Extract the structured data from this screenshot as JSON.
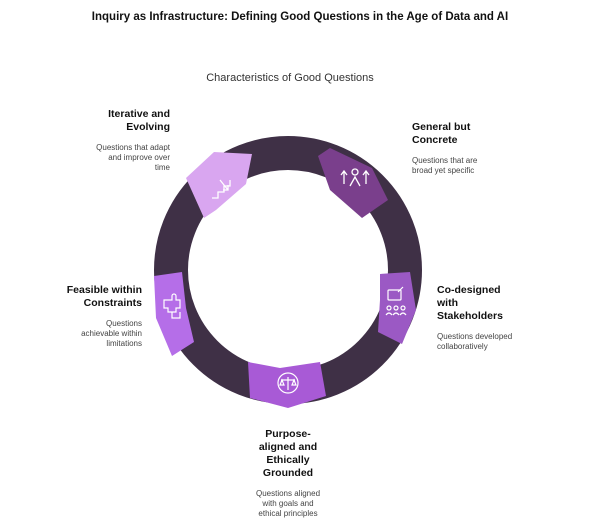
{
  "title": "Inquiry as Infrastructure: Defining Good Questions in the Age of Data and AI",
  "subtitle": "Characteristics of Good Questions",
  "colors": {
    "ring": "#3f3046",
    "general": "#7a3f8c",
    "codesigned": "#9b59c4",
    "purpose": "#a85ad6",
    "feasible": "#b56ee8",
    "iterative": "#d9a6f0"
  },
  "stages": [
    {
      "key": "general",
      "icon": "people-arrows-icon",
      "heading": "General but\nConcrete",
      "desc": "Questions that are\nbroad yet specific"
    },
    {
      "key": "codesigned",
      "icon": "collaboration-icon",
      "heading": "Co-designed\nwith\nStakeholders",
      "desc": "Questions developed\ncollaboratively"
    },
    {
      "key": "purpose",
      "icon": "scales-icon",
      "heading": "Purpose-\naligned and\nEthically\nGrounded",
      "desc": "Questions aligned\nwith goals and\nethical principles"
    },
    {
      "key": "feasible",
      "icon": "puzzle-icon",
      "heading": "Feasible within\nConstraints",
      "desc": "Questions\nachievable within\nlimitations"
    },
    {
      "key": "iterative",
      "icon": "stairs-icon",
      "heading": "Iterative and\nEvolving",
      "desc": "Questions that adapt\nand improve over\ntime"
    }
  ]
}
